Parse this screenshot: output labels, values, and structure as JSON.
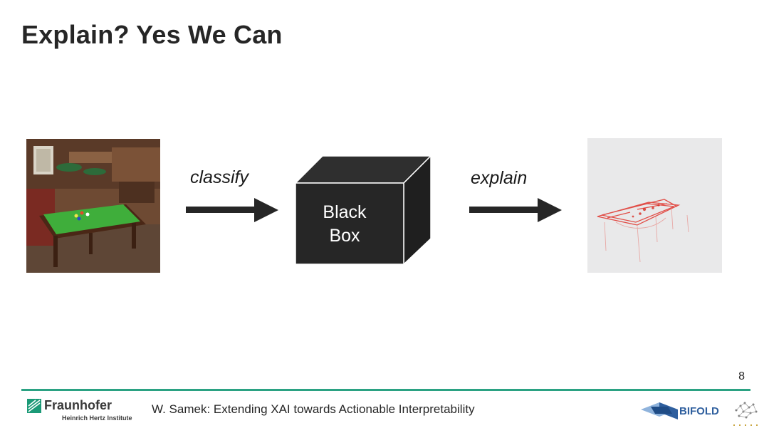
{
  "slide": {
    "title": "Explain? Yes We Can",
    "page_number": "8"
  },
  "diagram": {
    "input_image": "pool-table-bar-photo",
    "step1_label": "classify",
    "box_line1": "Black",
    "box_line2": "Box",
    "step2_label": "explain",
    "output_image": "relevance-heatmap"
  },
  "footer": {
    "org_name": "Fraunhofer",
    "org_subtitle": "Heinrich Hertz Institute",
    "text": "W. Samek: Extending XAI towards Actionable Interpretability",
    "partner_logo_text": "BIFOLD",
    "accent_color": "#2ba283"
  }
}
